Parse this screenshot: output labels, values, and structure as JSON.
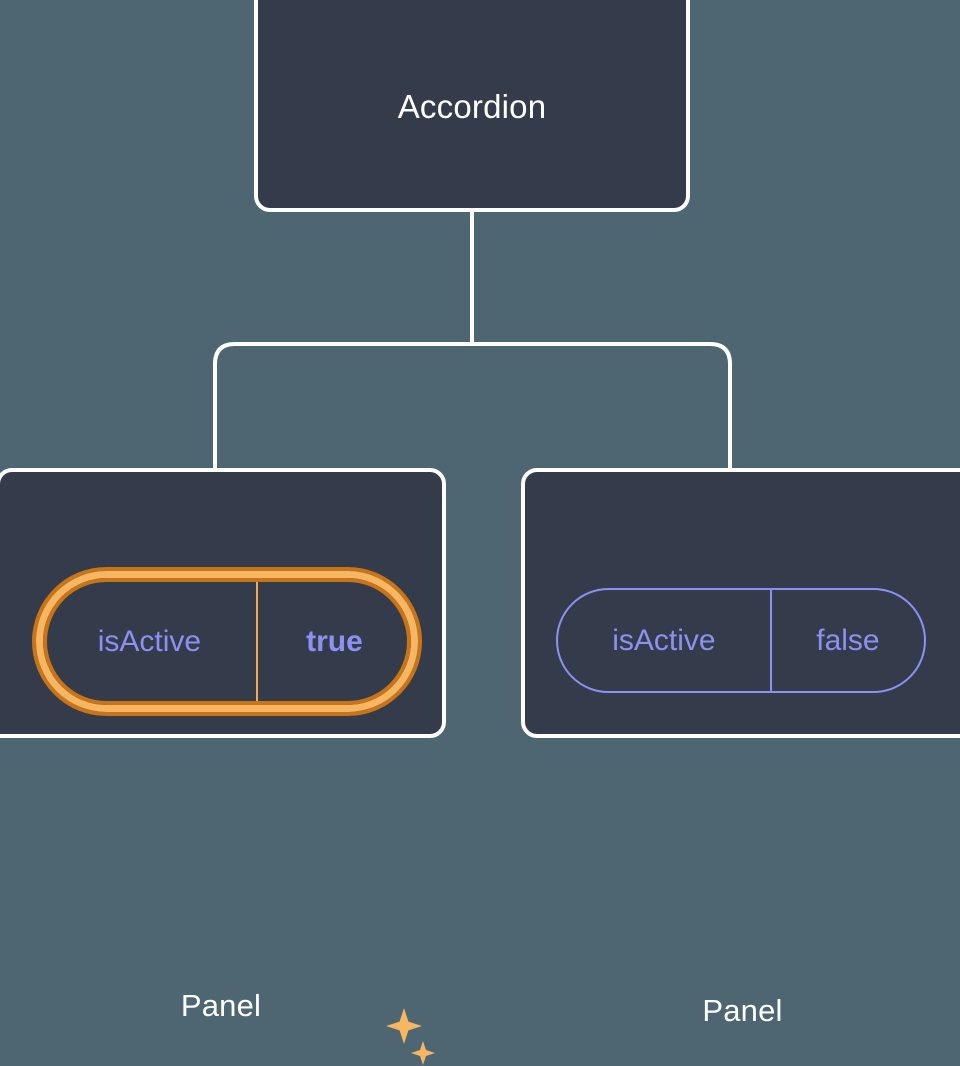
{
  "diagram": {
    "type": "component-tree",
    "background_color": "#4d6672",
    "node_fill_color": "#343c4b",
    "node_border_color": "#ffffff",
    "edge_color": "#ffffff",
    "accent_color": "#8d90f0",
    "highlight_color": "#f7b662",
    "highlight_shadow_color": "#c87418",
    "root": {
      "label": "Accordion"
    },
    "children": [
      {
        "label": "Panel",
        "highlighted": true,
        "prop": {
          "name": "isActive",
          "value": "true",
          "value_bold": true
        },
        "sparkles": [
          {
            "name": "sparkle-large-icon",
            "size": 40
          },
          {
            "name": "sparkle-small-icon",
            "size": 26
          }
        ]
      },
      {
        "label": "Panel",
        "highlighted": false,
        "prop": {
          "name": "isActive",
          "value": "false",
          "value_bold": false
        }
      }
    ]
  }
}
